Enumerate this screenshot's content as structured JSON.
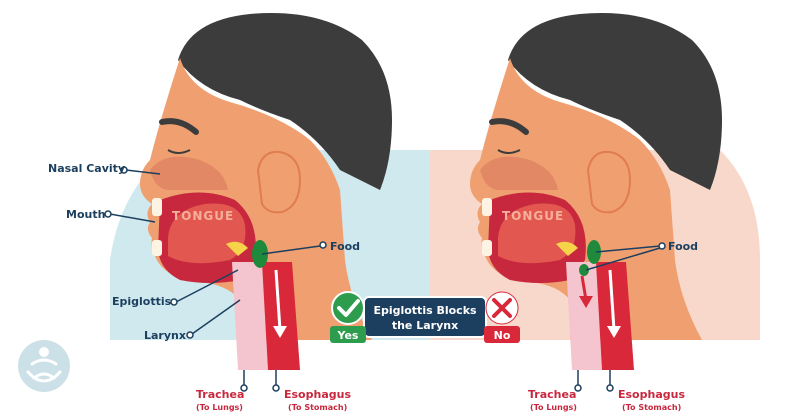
{
  "labels": {
    "nasal_cavity": "Nasal Cavity",
    "mouth": "Mouth",
    "epiglottis": "Epiglottis",
    "larynx": "Larynx",
    "food_left": "Food",
    "food_right": "Food",
    "tongue_left": "TONGUE",
    "tongue_right": "TONGUE",
    "trachea_left": "Trachea",
    "trachea_left_sub": "(To Lungs)",
    "esophagus_left": "Esophagus",
    "esophagus_left_sub": "(To Stomach)",
    "trachea_right": "Trachea",
    "trachea_right_sub": "(To Lungs)",
    "esophagus_right": "Esophagus",
    "esophagus_right_sub": "(To Stomach)"
  },
  "banner": {
    "line1": "Epiglottis Blocks",
    "line2": "the Larynx"
  },
  "yes_badge": "Yes",
  "no_badge": "No",
  "colors": {
    "left_panel_bg": "#cfe9ee",
    "right_panel_bg": "#f8d8cb",
    "skin": "#f0a070",
    "skin_dark": "#e07c4f",
    "hair": "#3c3c3c",
    "label_blue": "#1c3f5f",
    "label_red": "#c8283e",
    "food_green": "#1f8a3b",
    "yes_green": "#2e9c4d",
    "no_red": "#d8283a"
  }
}
